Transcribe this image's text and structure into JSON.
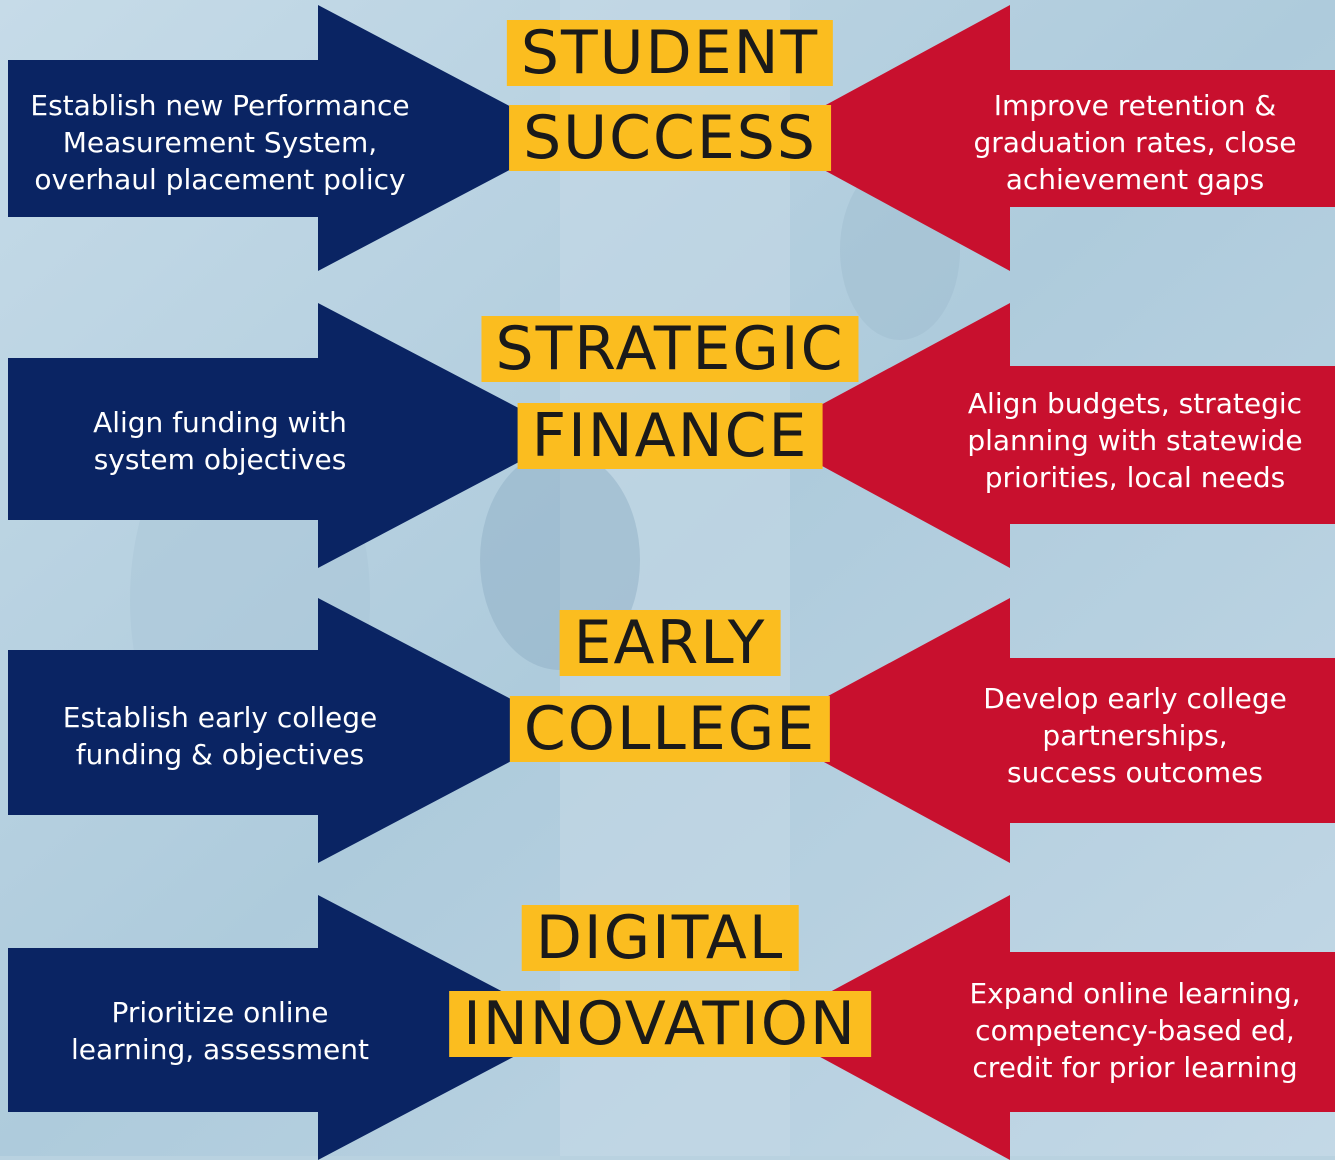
{
  "colors": {
    "navy": "#0a2463",
    "red": "#c8102e",
    "gold": "#fbbd1f",
    "background": "#b9d2e0"
  },
  "rows": [
    {
      "title_line1": "STUDENT",
      "title_line2": "SUCCESS",
      "left_text": "Establish new Performance\nMeasurement System,\noverhaul placement policy",
      "right_text": "Improve retention &\ngraduation rates, close\nachievement gaps"
    },
    {
      "title_line1": "STRATEGIC",
      "title_line2": "FINANCE",
      "left_text": "Align funding with\nsystem objectives",
      "right_text": "Align budgets, strategic\nplanning with statewide\npriorities, local needs"
    },
    {
      "title_line1": "EARLY",
      "title_line2": "COLLEGE",
      "left_text": "Establish early college\nfunding & objectives",
      "right_text": "Develop early college\npartnerships,\nsuccess outcomes"
    },
    {
      "title_line1": "DIGITAL",
      "title_line2": "INNOVATION",
      "left_text": "Prioritize online\nlearning, assessment",
      "right_text": "Expand online learning,\ncompetency-based ed,\ncredit for prior learning"
    }
  ]
}
